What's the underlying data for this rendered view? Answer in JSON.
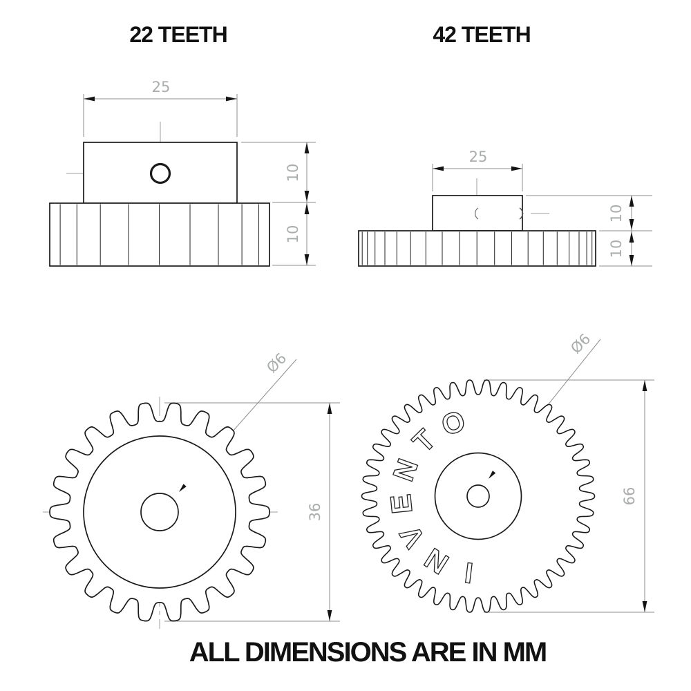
{
  "page": {
    "footer": "ALL DIMENSIONS ARE IN MM"
  },
  "colors": {
    "outline": "#1a1a1a",
    "dimension_line": "#8d8d8d",
    "dimension_text": "#aaadad",
    "centerline": "#9f9f9f",
    "arrow": "#141414",
    "background": "#ffffff"
  },
  "views": {
    "side_22": {
      "title": "22 TEETH",
      "teeth": 22,
      "dims": {
        "hub_width": "25",
        "hub_height": "10",
        "gear_height": "10"
      }
    },
    "side_42": {
      "title": "42 TEETH",
      "teeth": 42,
      "dims": {
        "hub_width": "25",
        "hub_height": "10",
        "gear_height": "10"
      }
    },
    "front_22": {
      "teeth": 22,
      "dims": {
        "outer_diameter": "36",
        "bore": "Ø6"
      }
    },
    "front_42": {
      "teeth": 42,
      "dims": {
        "outer_diameter": "66",
        "bore": "Ø6"
      },
      "embossed_text": "INVENTO"
    }
  }
}
